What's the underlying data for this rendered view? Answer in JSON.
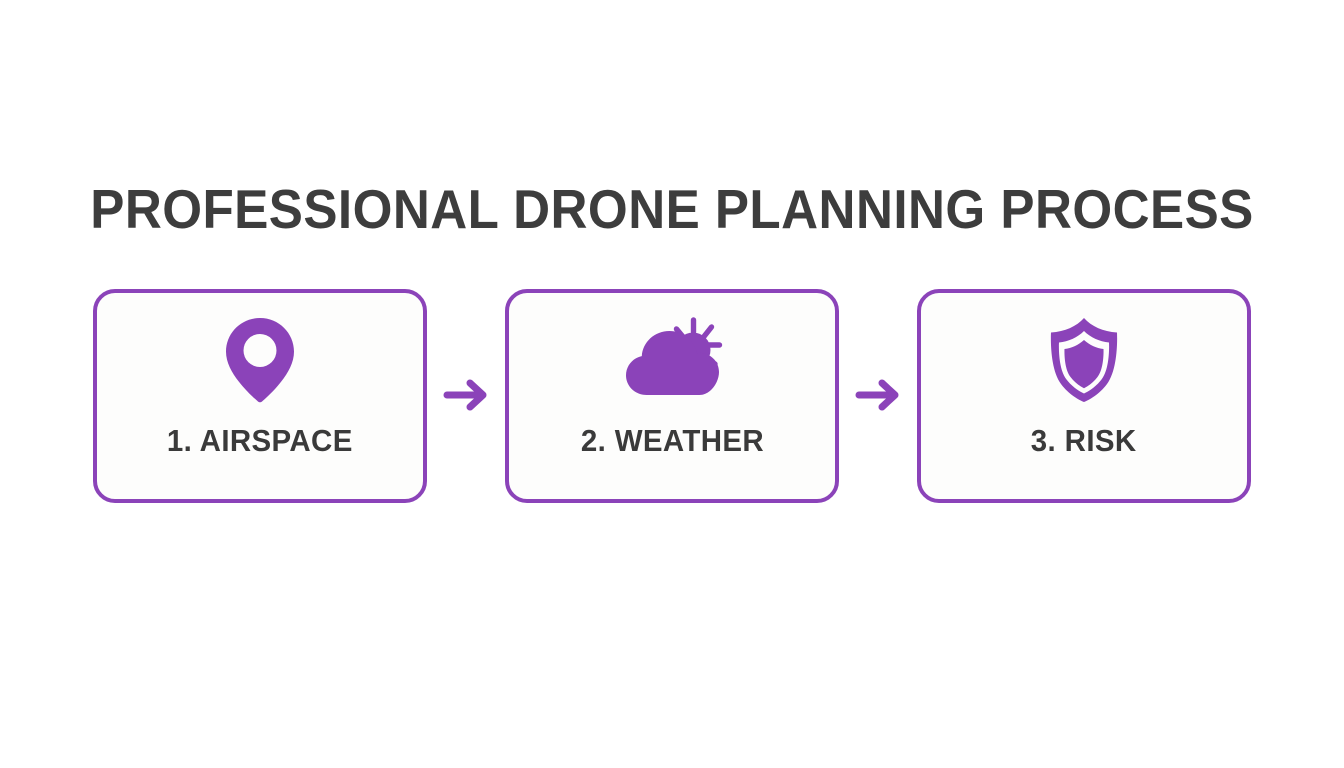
{
  "page": {
    "title": "PROFESSIONAL DRONE PLANNING PROCESS",
    "background_color": "#ffffff",
    "accent_color": "#8b43b9",
    "text_color": "#3a3a3a",
    "card_fill_color": "#fdfdfc"
  },
  "flow": {
    "steps": [
      {
        "label": "1. AIRSPACE",
        "icon": "map-pin-icon"
      },
      {
        "label": "2. WEATHER",
        "icon": "cloud-sun-icon"
      },
      {
        "label": "3. RISK",
        "icon": "shield-icon"
      }
    ],
    "connectors": [
      {
        "icon": "arrow-right-icon"
      },
      {
        "icon": "arrow-right-icon"
      }
    ]
  }
}
